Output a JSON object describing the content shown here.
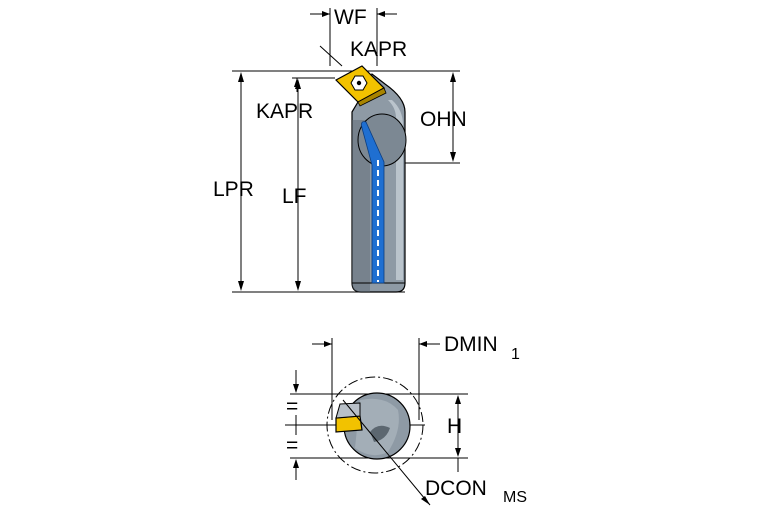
{
  "labels": {
    "wf": "WF",
    "kapr_top": "KAPR",
    "kapr_side": "KAPR",
    "ohn": "OHN",
    "lpr": "LPR",
    "lf": "LF",
    "dmin_main": "DMIN",
    "dmin_sub": "1",
    "h": "H",
    "dcon_main": "DCON",
    "dcon_sub": "MS",
    "eq_upper": "=",
    "eq_lower": "="
  },
  "colors": {
    "body_gray": "#8e9aa5",
    "body_dark": "#5c6770",
    "insert_yellow": "#f2c200",
    "coolant_blue": "#1f6fd1",
    "line": "#000000"
  }
}
